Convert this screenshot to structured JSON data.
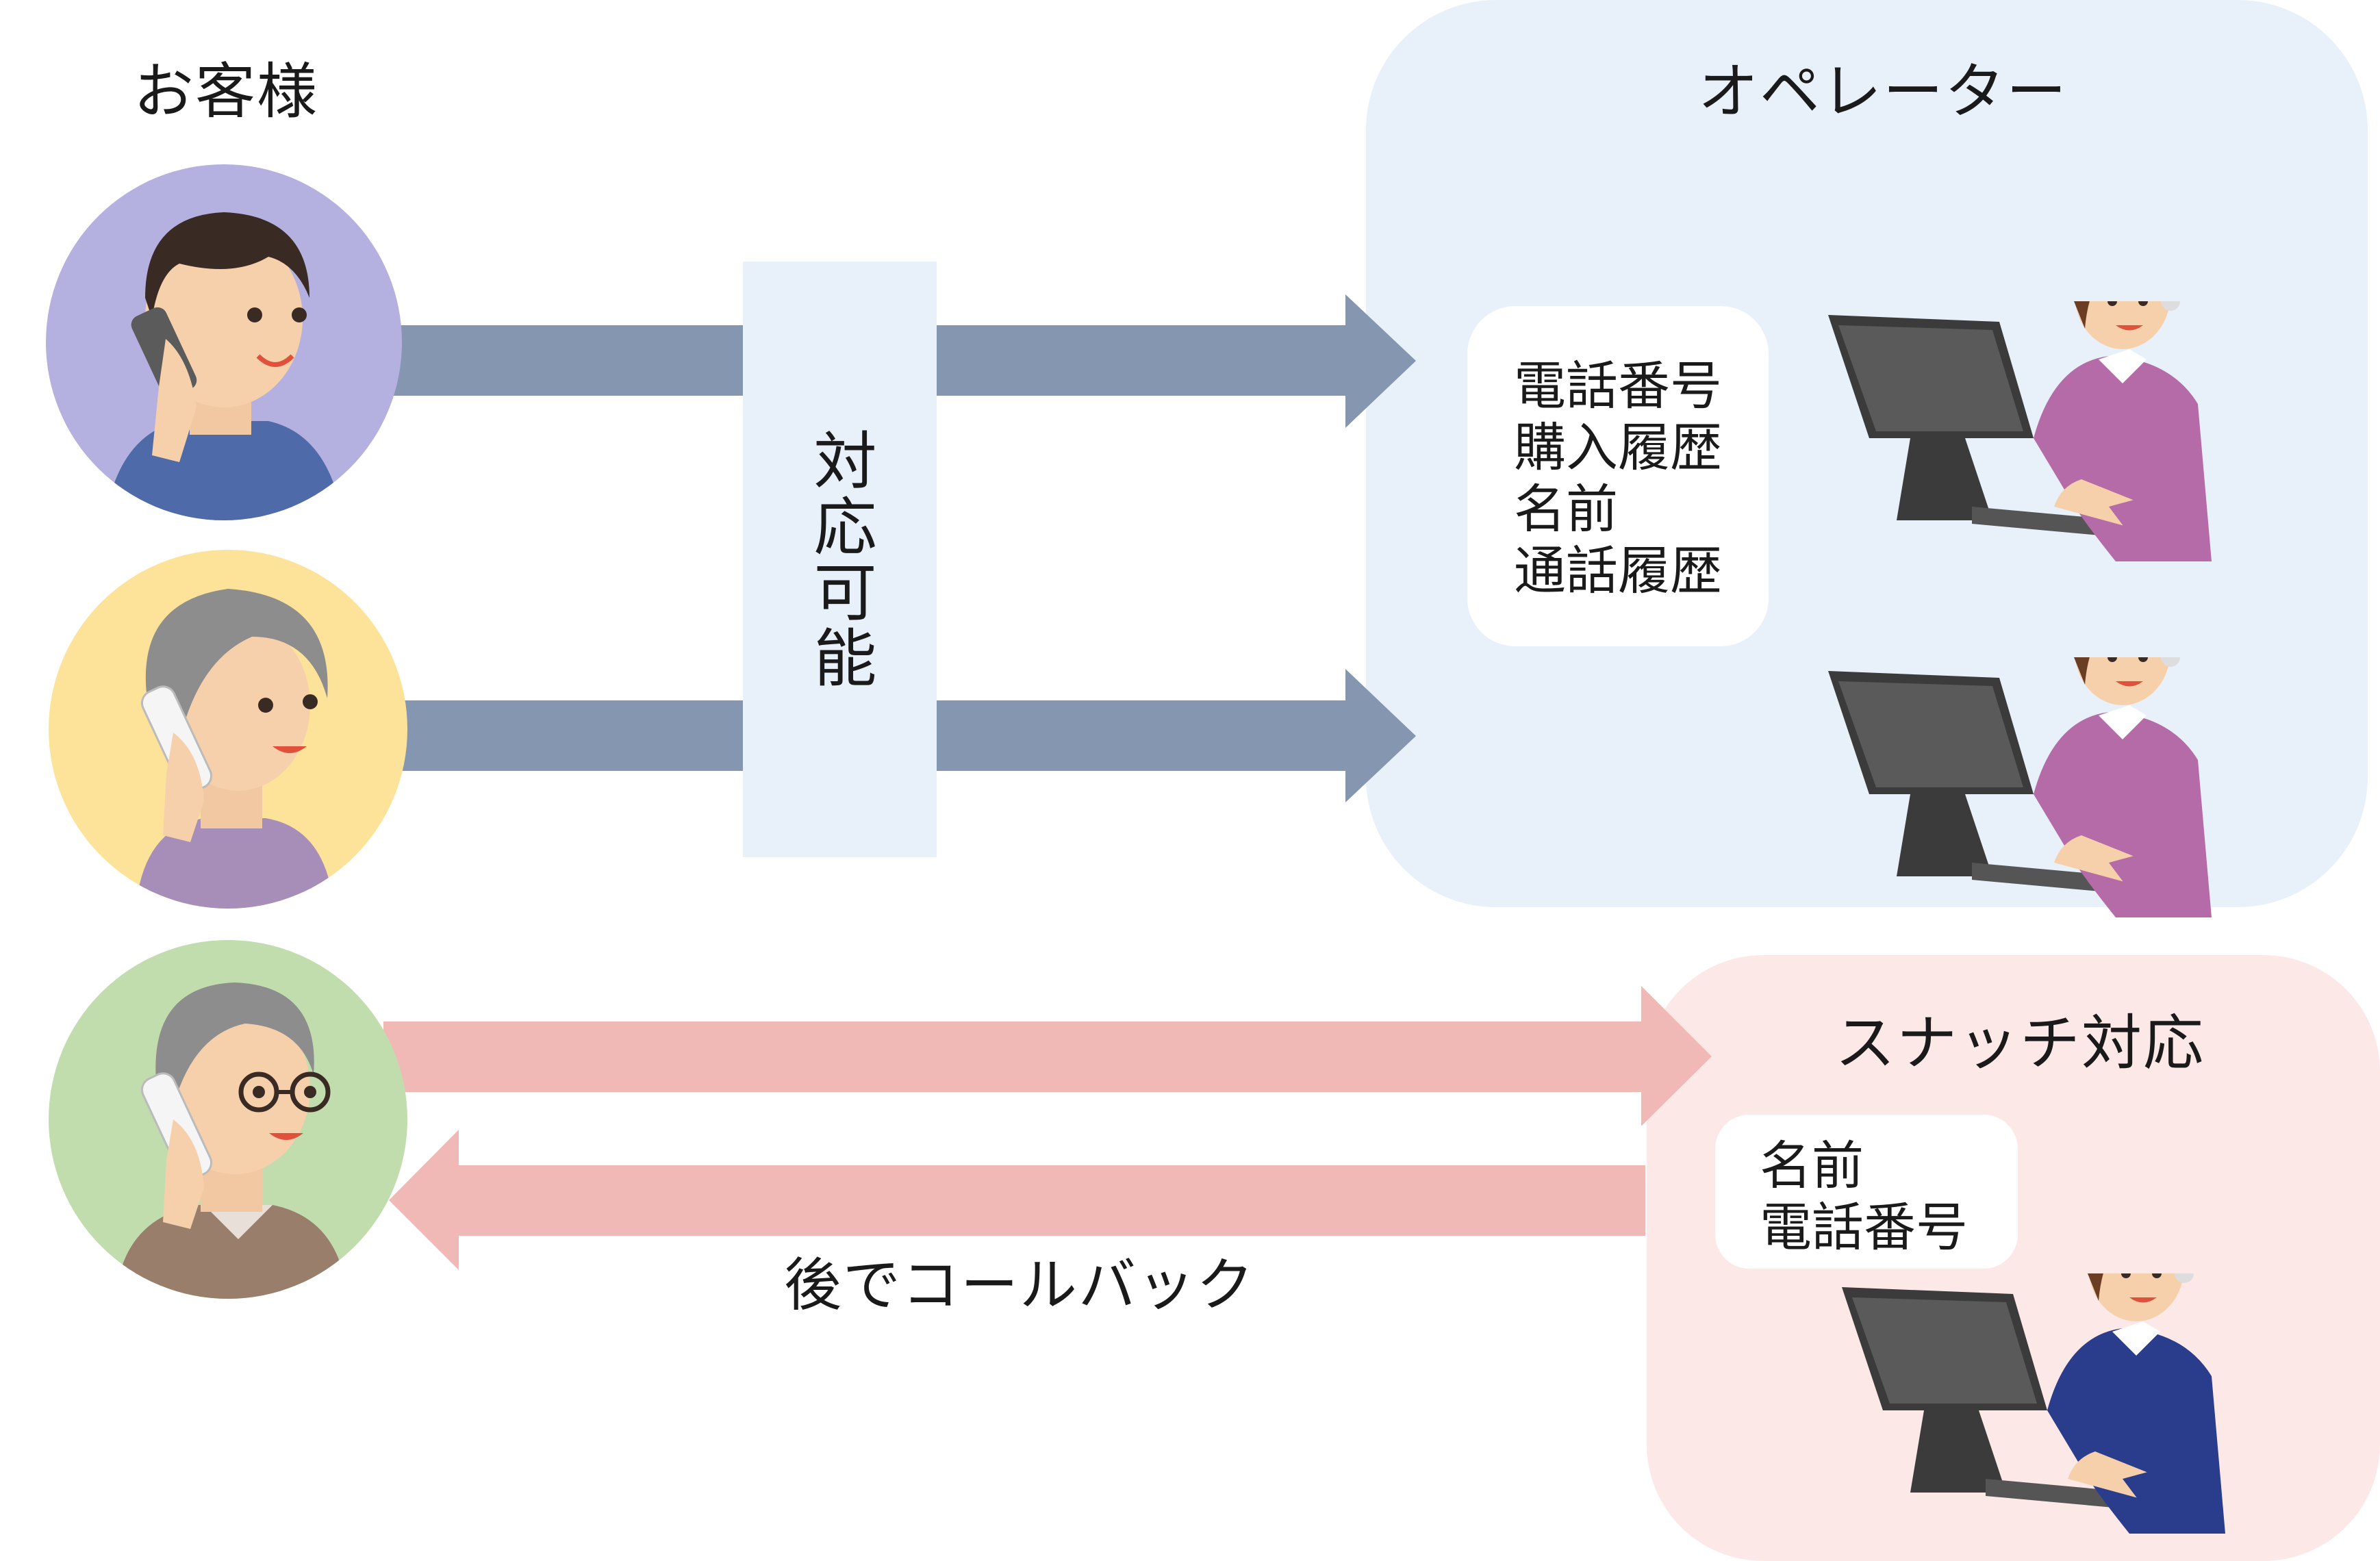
{
  "customers": {
    "title": "お客様"
  },
  "operators": {
    "title": "オペレーター",
    "info_lines": [
      "電話番号",
      "購入履歴",
      "名前",
      "通話履歴"
    ]
  },
  "availability_label": "対応可能",
  "snatch": {
    "title": "スナッチ対応",
    "info_lines": [
      "名前",
      "電話番号"
    ]
  },
  "callback_label": "後でコールバック",
  "colors": {
    "operator_panel": "#e8f0fa",
    "snatch_panel": "#fde8e8",
    "blue_arrow": "#8597b0",
    "pink_arrow": "#f0b9b6",
    "customer1_bg": "#b4b0df",
    "customer2_bg": "#fde39a",
    "customer3_bg": "#c1ddae",
    "operator_sweater": "#b56ba8",
    "snatch_sweater": "#2a3c8c"
  },
  "icons": {
    "customer_1": "young-man-on-phone-icon",
    "customer_2": "elderly-woman-on-phone-icon",
    "customer_3": "elderly-man-with-glasses-on-phone-icon",
    "operator": "operator-with-headset-at-computer-icon"
  }
}
